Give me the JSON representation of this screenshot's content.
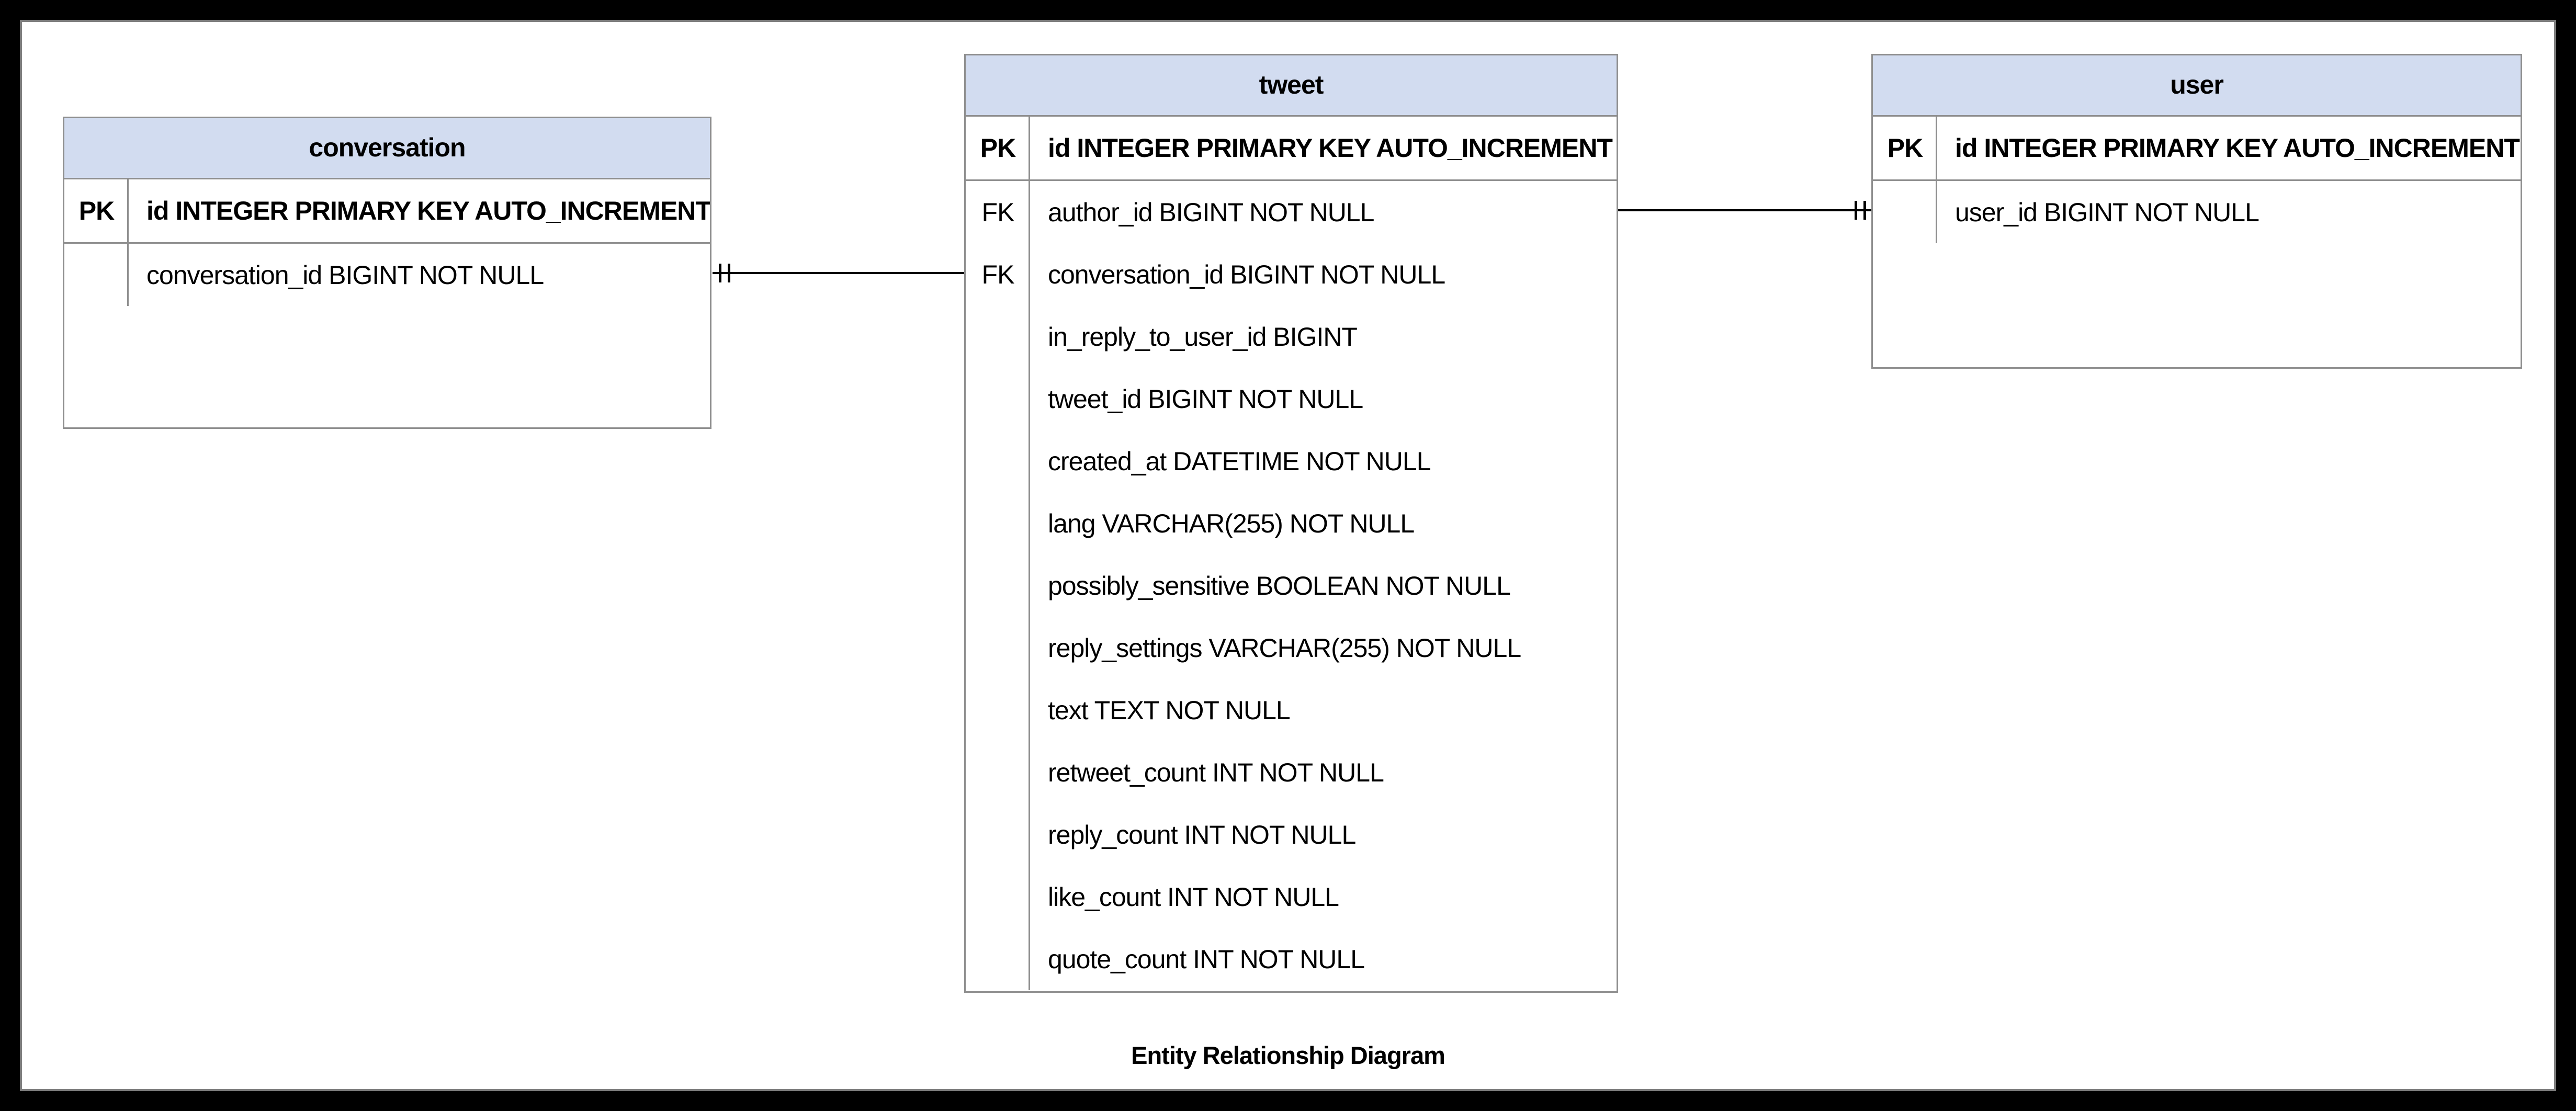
{
  "diagram": {
    "caption": "Entity Relationship Diagram",
    "colors": {
      "frame": "#000000",
      "canvas_background": "#ffffff",
      "canvas_border": "#7e7e7e",
      "table_border": "#8f8f8f",
      "header_fill": "#d2dcf0",
      "text": "#000000",
      "connector": "#000000"
    },
    "entities": [
      {
        "id": "conversation",
        "title": "conversation",
        "rows": [
          {
            "key": "PK",
            "text": "id INTEGER PRIMARY KEY AUTO_INCREMENT",
            "bold": true,
            "separator": true
          },
          {
            "key": "",
            "text": "conversation_id BIGINT NOT NULL",
            "bold": false,
            "separator": false
          }
        ]
      },
      {
        "id": "tweet",
        "title": "tweet",
        "rows": [
          {
            "key": "PK",
            "text": "id INTEGER PRIMARY KEY AUTO_INCREMENT",
            "bold": true,
            "separator": true
          },
          {
            "key": "FK",
            "text": "author_id BIGINT NOT NULL",
            "bold": false,
            "separator": false
          },
          {
            "key": "FK",
            "text": "conversation_id BIGINT NOT NULL",
            "bold": false,
            "separator": false
          },
          {
            "key": "",
            "text": "in_reply_to_user_id BIGINT",
            "bold": false,
            "separator": false
          },
          {
            "key": "",
            "text": "tweet_id BIGINT NOT NULL",
            "bold": false,
            "separator": false
          },
          {
            "key": "",
            "text": "created_at DATETIME NOT NULL",
            "bold": false,
            "separator": false
          },
          {
            "key": "",
            "text": "lang VARCHAR(255) NOT NULL",
            "bold": false,
            "separator": false
          },
          {
            "key": "",
            "text": "possibly_sensitive BOOLEAN NOT NULL",
            "bold": false,
            "separator": false
          },
          {
            "key": "",
            "text": "reply_settings VARCHAR(255) NOT NULL",
            "bold": false,
            "separator": false
          },
          {
            "key": "",
            "text": "text TEXT NOT NULL",
            "bold": false,
            "separator": false
          },
          {
            "key": "",
            "text": "retweet_count INT NOT NULL",
            "bold": false,
            "separator": false
          },
          {
            "key": "",
            "text": "reply_count INT NOT NULL",
            "bold": false,
            "separator": false
          },
          {
            "key": "",
            "text": "like_count INT NOT NULL",
            "bold": false,
            "separator": false
          },
          {
            "key": "",
            "text": "quote_count INT NOT NULL",
            "bold": false,
            "separator": false
          }
        ]
      },
      {
        "id": "user",
        "title": "user",
        "rows": [
          {
            "key": "PK",
            "text": "id INTEGER PRIMARY KEY AUTO_INCREMENT",
            "bold": true,
            "separator": true
          },
          {
            "key": "",
            "text": "user_id BIGINT NOT NULL",
            "bold": false,
            "separator": false
          }
        ]
      }
    ],
    "relationships": [
      {
        "from_table": "tweet",
        "from_field": "conversation_id",
        "to_table": "conversation",
        "to_field": "conversation_id",
        "cardinality_marker": "|| (exactly one) at conversation end"
      },
      {
        "from_table": "tweet",
        "from_field": "author_id",
        "to_table": "user",
        "to_field": "user_id",
        "cardinality_marker": "|| (exactly one) at user end"
      }
    ]
  }
}
